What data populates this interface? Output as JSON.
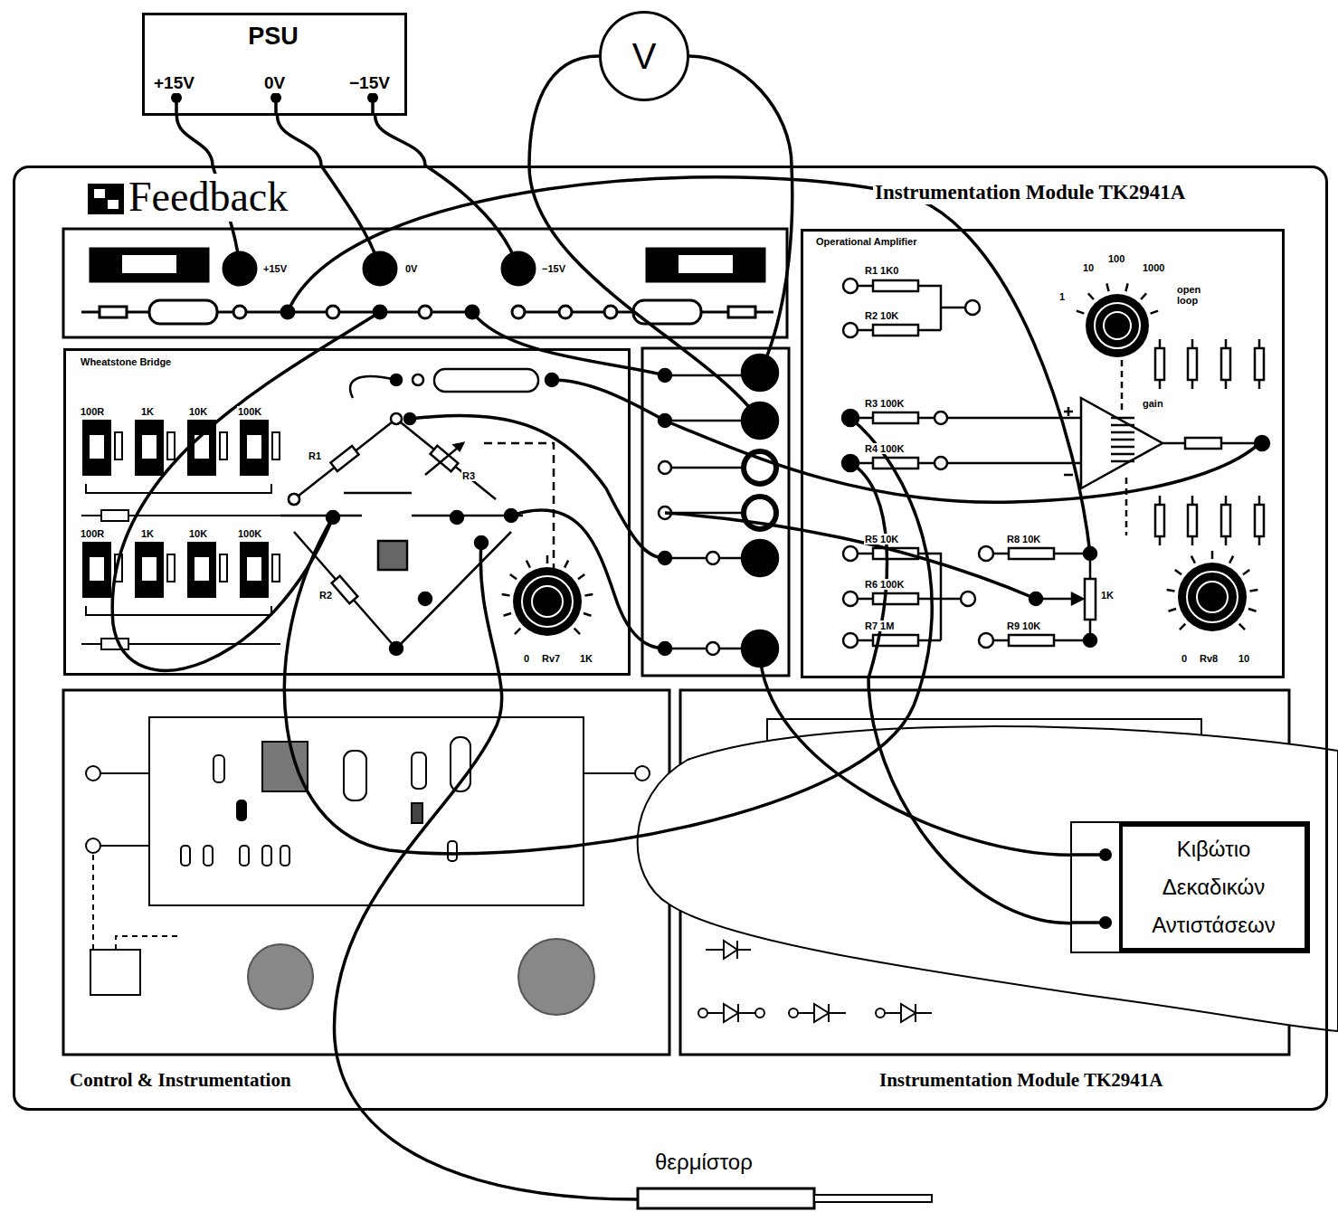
{
  "diagram": {
    "nodes": [
      {
        "text": [
          "PSU",
          "+15V",
          "0V",
          "−15V"
        ]
      },
      {
        "text": [
          "V"
        ]
      },
      {
        "text": [
          "Feedback",
          "Instrumentation Module TK2941A",
          "Control & Instrumentation",
          "Instrumentation Module TK2941A"
        ]
      },
      {
        "text": [
          "Wheatstone Bridge"
        ],
        "in": 2
      },
      {
        "text": [
          "Operational Amplifier"
        ],
        "in": 2
      },
      {
        "text": [
          "Κιβώτιο Δεκαδικών Αντιστάσεων"
        ]
      }
    ],
    "edges": [
      {
        "from": 0,
        "to": 2,
        "arrow": "none"
      },
      {
        "from": 0,
        "to": 2,
        "arrow": "none"
      },
      {
        "from": 0,
        "to": 2,
        "arrow": "none"
      },
      {
        "from": 1,
        "to": 2,
        "arrow": "none"
      },
      {
        "from": 1,
        "to": 2,
        "arrow": "none"
      },
      {
        "from": 5,
        "to": 2,
        "arrow": "none"
      },
      {
        "from": 5,
        "to": 4,
        "arrow": "none"
      }
    ],
    "labels": [
      "+15V",
      "0V",
      "−15V",
      "100R",
      "1K",
      "10K",
      "100K",
      "100R",
      "1K",
      "10K",
      "100K",
      "R1",
      "R2",
      "R3",
      "0",
      "Rv7",
      "1K",
      "R1 1K0",
      "R2 10K",
      "R3 100K",
      "R4 100K",
      "R5 10K",
      "R6 100K",
      "R7 1M",
      "R8 10K",
      "R9 10K",
      "1K",
      "0",
      "Rv8",
      "10",
      "1",
      "10",
      "100",
      "1000",
      "open loop",
      "gain",
      "θερμίστορ"
    ]
  }
}
